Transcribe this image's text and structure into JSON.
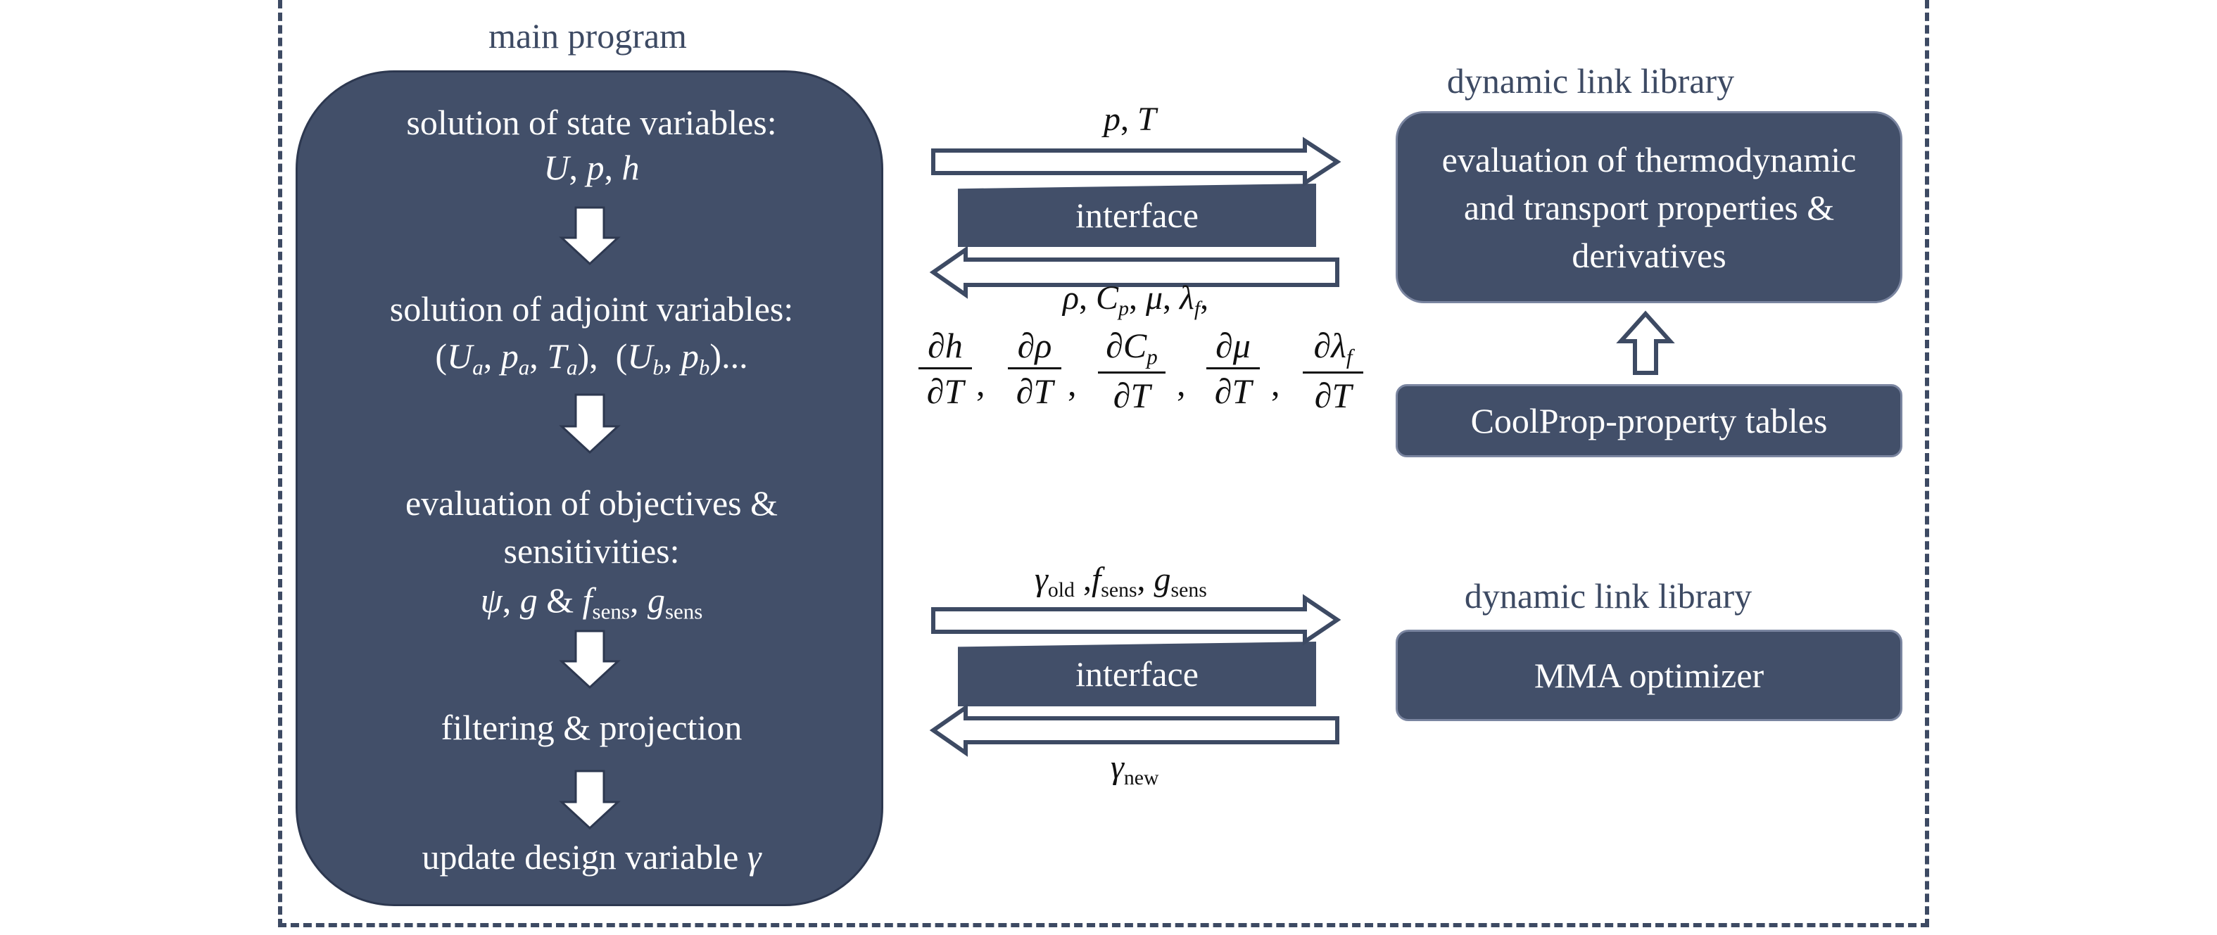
{
  "headers": {
    "main_program": "main program",
    "dll_top": "dynamic link library",
    "dll_bottom": "dynamic link library"
  },
  "main_program": {
    "step1_line1": "solution of state variables: ",
    "step1_vars": [
      "U",
      "p",
      "h"
    ],
    "step2_line1": "solution of adjoint variables:",
    "step2_vars": "(Ua, pa, Ta), (Ub, pb)...",
    "step3_line1": "evaluation of objectives &",
    "step3_line2": "sensitivities:",
    "step3_vars": "ψ, g & fsens, gsens",
    "step4": "filtering & projection",
    "step5": "update design variable γ"
  },
  "interfaces": {
    "top": "interface",
    "bottom": "interface"
  },
  "arrow_labels": {
    "top_in": "p, T",
    "top_out": "ρ, Cp, μ, λf,",
    "derivatives": [
      {
        "num": "∂h",
        "den": "∂T"
      },
      {
        "num": "∂ρ",
        "den": "∂T"
      },
      {
        "num": "∂Cp",
        "den": "∂T"
      },
      {
        "num": "∂μ",
        "den": "∂T"
      },
      {
        "num": "∂λf",
        "den": "∂T"
      }
    ],
    "bottom_in": "γold , fsens, gsens",
    "bottom_out": "γnew"
  },
  "dll_boxes": {
    "thermo": "evaluation of thermodynamic and transport properties & derivatives",
    "thermo_lines": [
      "evaluation of thermodynamic",
      "and transport properties &",
      "derivatives"
    ],
    "coolprop": "CoolProp-property tables",
    "mma": "MMA optimizer"
  },
  "colors": {
    "box_fill": "#424f69",
    "border_dashed": "#3d4a63",
    "arrow_outline": "#3d4a63",
    "text_on_dark": "#ffffff"
  }
}
